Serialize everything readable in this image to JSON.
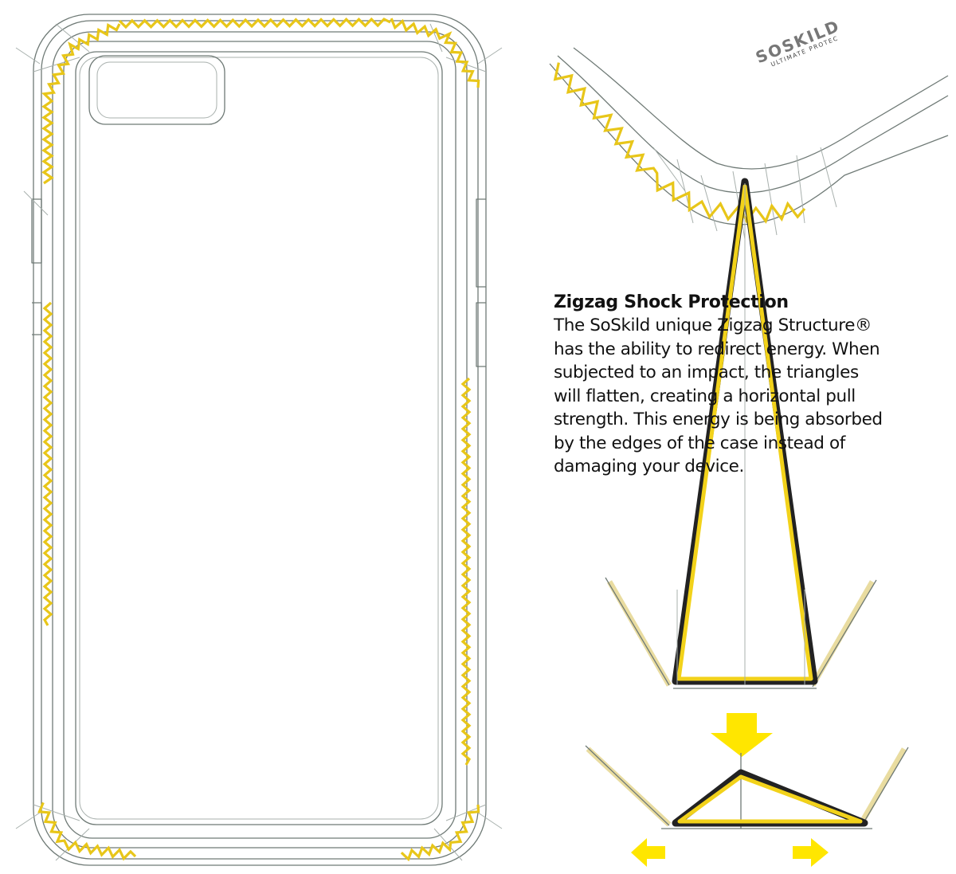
{
  "info": {
    "heading": "Zigzag Shock Protection",
    "body": "The SoSkild unique Zigzag Structure®\nhas the ability to redirect energy. When\nsubjected to an impact, the triangles\nwill flatten, creating a horizontal pull\nstrength. This energy is being absorbed\nby the edges of the case instead of\ndamaging your device."
  },
  "logo": {
    "brand": "SOSKILD",
    "tagline": "ULTIMATE PROTEC"
  },
  "colors": {
    "accent": "#f2d21a",
    "arrow": "#ffe600",
    "pencil": "#6f7a76"
  }
}
